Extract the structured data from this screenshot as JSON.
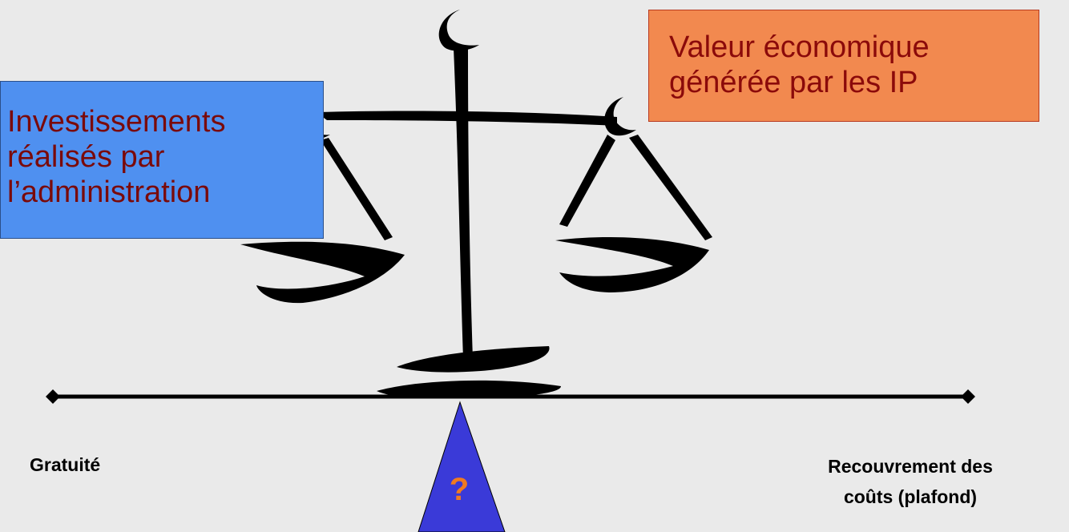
{
  "boxes": {
    "left": {
      "lines": [
        "Investissements",
        "réalisés par",
        "l’administration"
      ],
      "color": "#4f90f0"
    },
    "right": {
      "lines": [
        "Valeur économique",
        "générée par les IP"
      ],
      "color": "#f2894f"
    }
  },
  "axis": {
    "left_label": "Gratuité",
    "right_label_lines": [
      "Recouvrement des",
      "coûts (plafond)"
    ]
  },
  "fulcrum": {
    "label": "?",
    "color": "#3a3ad8",
    "label_color": "#f07a20"
  },
  "icons": [
    "balance-scale-icon",
    "diamond-endpoint-icon"
  ]
}
